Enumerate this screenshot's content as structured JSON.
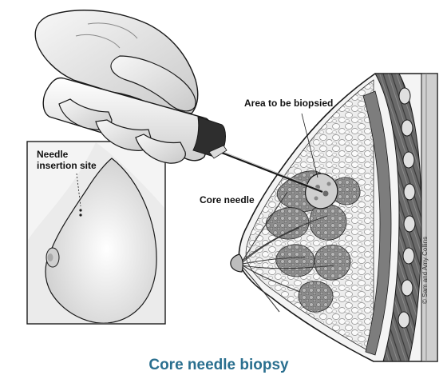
{
  "labels": {
    "area_to_be_biopsied": "Area to be biopsied",
    "core_needle": "Core needle",
    "needle_insertion_site_line1": "Needle",
    "needle_insertion_site_line2": "insertion site"
  },
  "caption": "Core needle biopsy",
  "credit": "© Sam and Amy Collins",
  "colors": {
    "caption": "#2a6f8f",
    "outline": "#1a1a1a",
    "tissue_light": "#e8e8e8",
    "tissue_mid": "#9a9a9a",
    "tissue_dark": "#4a4a4a",
    "skin": "#f2f2f2"
  },
  "icons": [
    "hand-holding-biopsy-device",
    "breast-cross-section",
    "breast-exterior-inset"
  ]
}
